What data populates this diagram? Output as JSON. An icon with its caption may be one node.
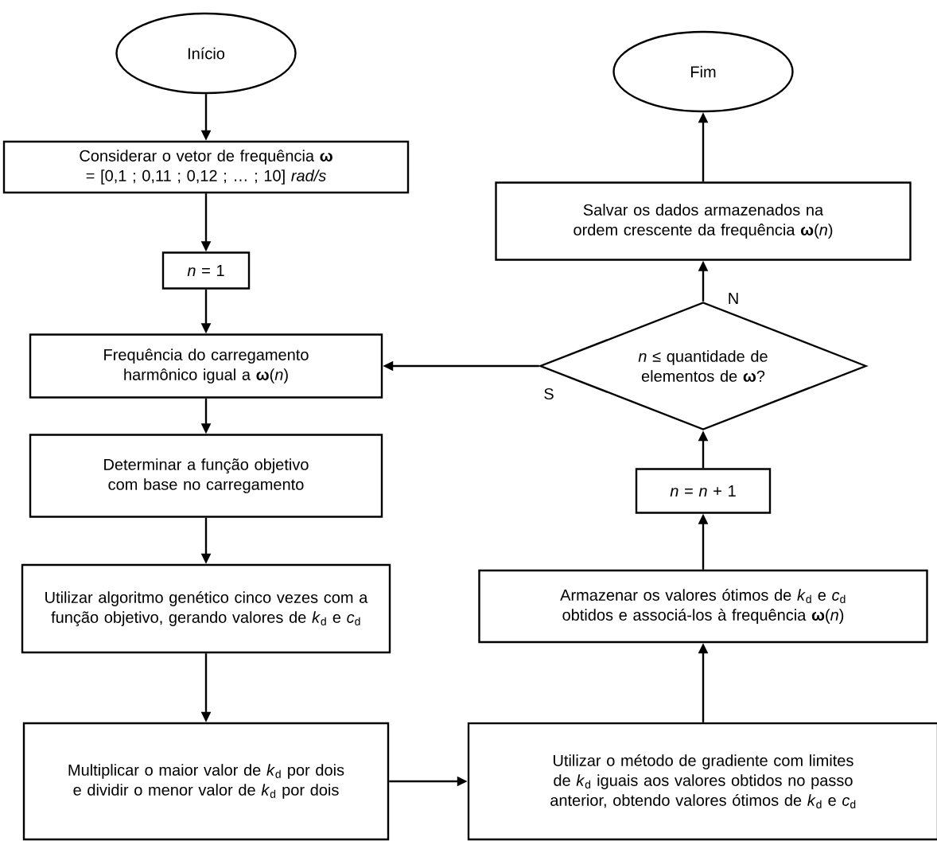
{
  "diagram": {
    "nodes": [
      {
        "text": [
          "Início"
        ]
      },
      {
        "text": [
          "Considerar o vetor de frequência **ω** = [0,1 ; 0,11 ; 0,12 ; … ; 10] *rad/s*"
        ]
      },
      {
        "text": [
          "*n* = 1"
        ]
      },
      {
        "text": [
          "Frequência do carregamento harmônico igual a **ω**(*n*)"
        ]
      },
      {
        "text": [
          "Determinar a função objetivo com base no carregamento"
        ]
      },
      {
        "text": [
          "Utilizar algoritmo genético cinco vezes com a função objetivo, gerando valores de *k*$_{d}$ e *c*$_{d}$"
        ]
      },
      {
        "text": [
          "Multiplicar o maior valor de *k*$_{d}$ por dois e dividir o menor valor de *k*$_{d}$ por dois"
        ]
      },
      {
        "text": [
          "Utilizar o método de gradiente com limites de *k*$_{d}$ iguais aos valores obtidos no passo anterior, obtendo valores ótimos de *k*$_{d}$ e *c*$_{d}$"
        ]
      },
      {
        "text": [
          "Armazenar os valores ótimos de *k*$_{d}$ e *c*$_{d}$ obtidos e associá-los à frequência **ω**(*n*)"
        ]
      },
      {
        "text": [
          "*n* = *n* + 1"
        ]
      },
      {
        "text": [
          "*n* ≤ quantidade de elementos de **ω**?"
        ]
      },
      {
        "text": [
          "Salvar os dados armazenados na ordem crescente da frequência **ω**(*n*)"
        ]
      },
      {
        "text": [
          "Fim"
        ]
      }
    ],
    "edges": [
      {
        "from": 0,
        "to": 1,
        "arrow": "to"
      },
      {
        "from": 1,
        "to": 2,
        "arrow": "to"
      },
      {
        "from": 2,
        "to": 3,
        "arrow": "to"
      },
      {
        "from": 3,
        "to": 4,
        "arrow": "to"
      },
      {
        "from": 4,
        "to": 5,
        "arrow": "to"
      },
      {
        "from": 5,
        "to": 6,
        "arrow": "to"
      },
      {
        "from": 6,
        "to": 7,
        "arrow": "to"
      },
      {
        "from": 7,
        "to": 8,
        "arrow": "to"
      },
      {
        "from": 8,
        "to": 9,
        "arrow": "to"
      },
      {
        "from": 9,
        "to": 10,
        "arrow": "to"
      },
      {
        "from": 10,
        "to": 3,
        "arrow": "to",
        "label": "S"
      },
      {
        "from": 10,
        "to": 11,
        "arrow": "to",
        "label": "N"
      },
      {
        "from": 11,
        "to": 12,
        "arrow": "to"
      }
    ]
  }
}
